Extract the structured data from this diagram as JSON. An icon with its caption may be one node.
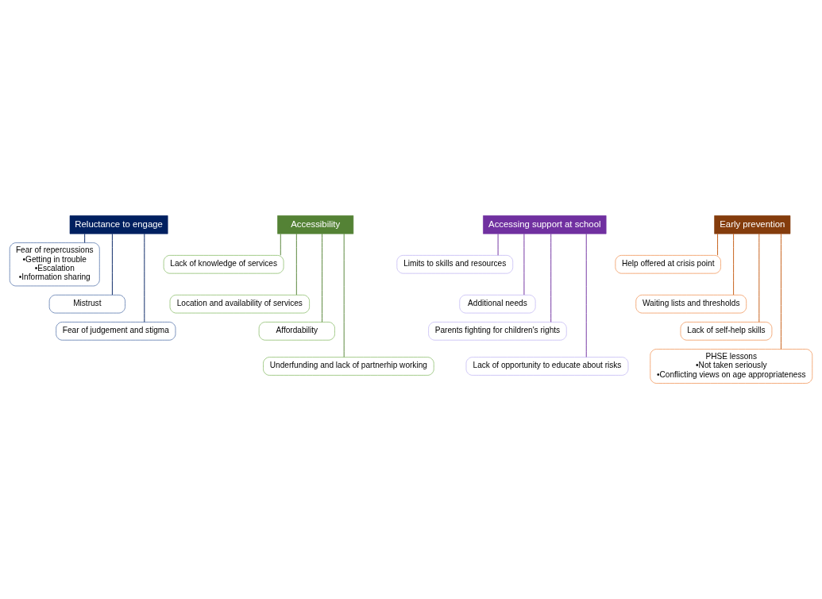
{
  "diagram": {
    "nodes": [
      {
        "text": [
          "Reluctance to engage"
        ]
      },
      {
        "text": [
          "Fear of repercussions",
          "•Getting in trouble",
          "•Escalation",
          "•Information sharing"
        ]
      },
      {
        "text": [
          "Mistrust"
        ]
      },
      {
        "text": [
          "Fear of judgement and stigma"
        ]
      },
      {
        "text": [
          "Accessibility"
        ]
      },
      {
        "text": [
          "Lack of knowledge of services"
        ]
      },
      {
        "text": [
          "Location and availability of services"
        ]
      },
      {
        "text": [
          "Affordability"
        ]
      },
      {
        "text": [
          "Underfunding and lack of partnerhip working"
        ]
      },
      {
        "text": [
          "Accessing support at school"
        ]
      },
      {
        "text": [
          "Limits to skills and resources"
        ]
      },
      {
        "text": [
          "Additional needs"
        ]
      },
      {
        "text": [
          "Parents fighting for children's rights"
        ]
      },
      {
        "text": [
          "Lack of opportunity to educate about risks"
        ]
      },
      {
        "text": [
          "Early prevention"
        ]
      },
      {
        "text": [
          "Help offered at crisis point"
        ]
      },
      {
        "text": [
          "Waiting lists and thresholds"
        ]
      },
      {
        "text": [
          "Lack of self-help skills"
        ]
      },
      {
        "text": [
          "PHSE lessons",
          "•Not taken seriously",
          "•Conflicting views on age appropriateness"
        ]
      }
    ],
    "edges": [
      {
        "from": 0,
        "to": 1,
        "arrow": "none",
        "color": "#002060"
      },
      {
        "from": 0,
        "to": 2,
        "arrow": "none",
        "color": "#002060"
      },
      {
        "from": 0,
        "to": 3,
        "arrow": "none",
        "color": "#002060"
      },
      {
        "from": 4,
        "to": 5,
        "arrow": "none",
        "color": "#548235"
      },
      {
        "from": 4,
        "to": 6,
        "arrow": "none",
        "color": "#548235"
      },
      {
        "from": 4,
        "to": 7,
        "arrow": "none",
        "color": "#548235"
      },
      {
        "from": 4,
        "to": 8,
        "arrow": "none",
        "color": "#548235"
      },
      {
        "from": 9,
        "to": 10,
        "arrow": "none",
        "color": "#7030a0"
      },
      {
        "from": 9,
        "to": 11,
        "arrow": "none",
        "color": "#7030a0"
      },
      {
        "from": 9,
        "to": 12,
        "arrow": "none",
        "color": "#7030a0"
      },
      {
        "from": 9,
        "to": 13,
        "arrow": "none",
        "color": "#7030a0"
      },
      {
        "from": 14,
        "to": 15,
        "arrow": "none",
        "color": "#c55a11"
      },
      {
        "from": 14,
        "to": 16,
        "arrow": "none",
        "color": "#c55a11"
      },
      {
        "from": 14,
        "to": 17,
        "arrow": "none",
        "color": "#c55a11"
      },
      {
        "from": 14,
        "to": 18,
        "arrow": "none",
        "color": "#c55a11"
      }
    ]
  }
}
